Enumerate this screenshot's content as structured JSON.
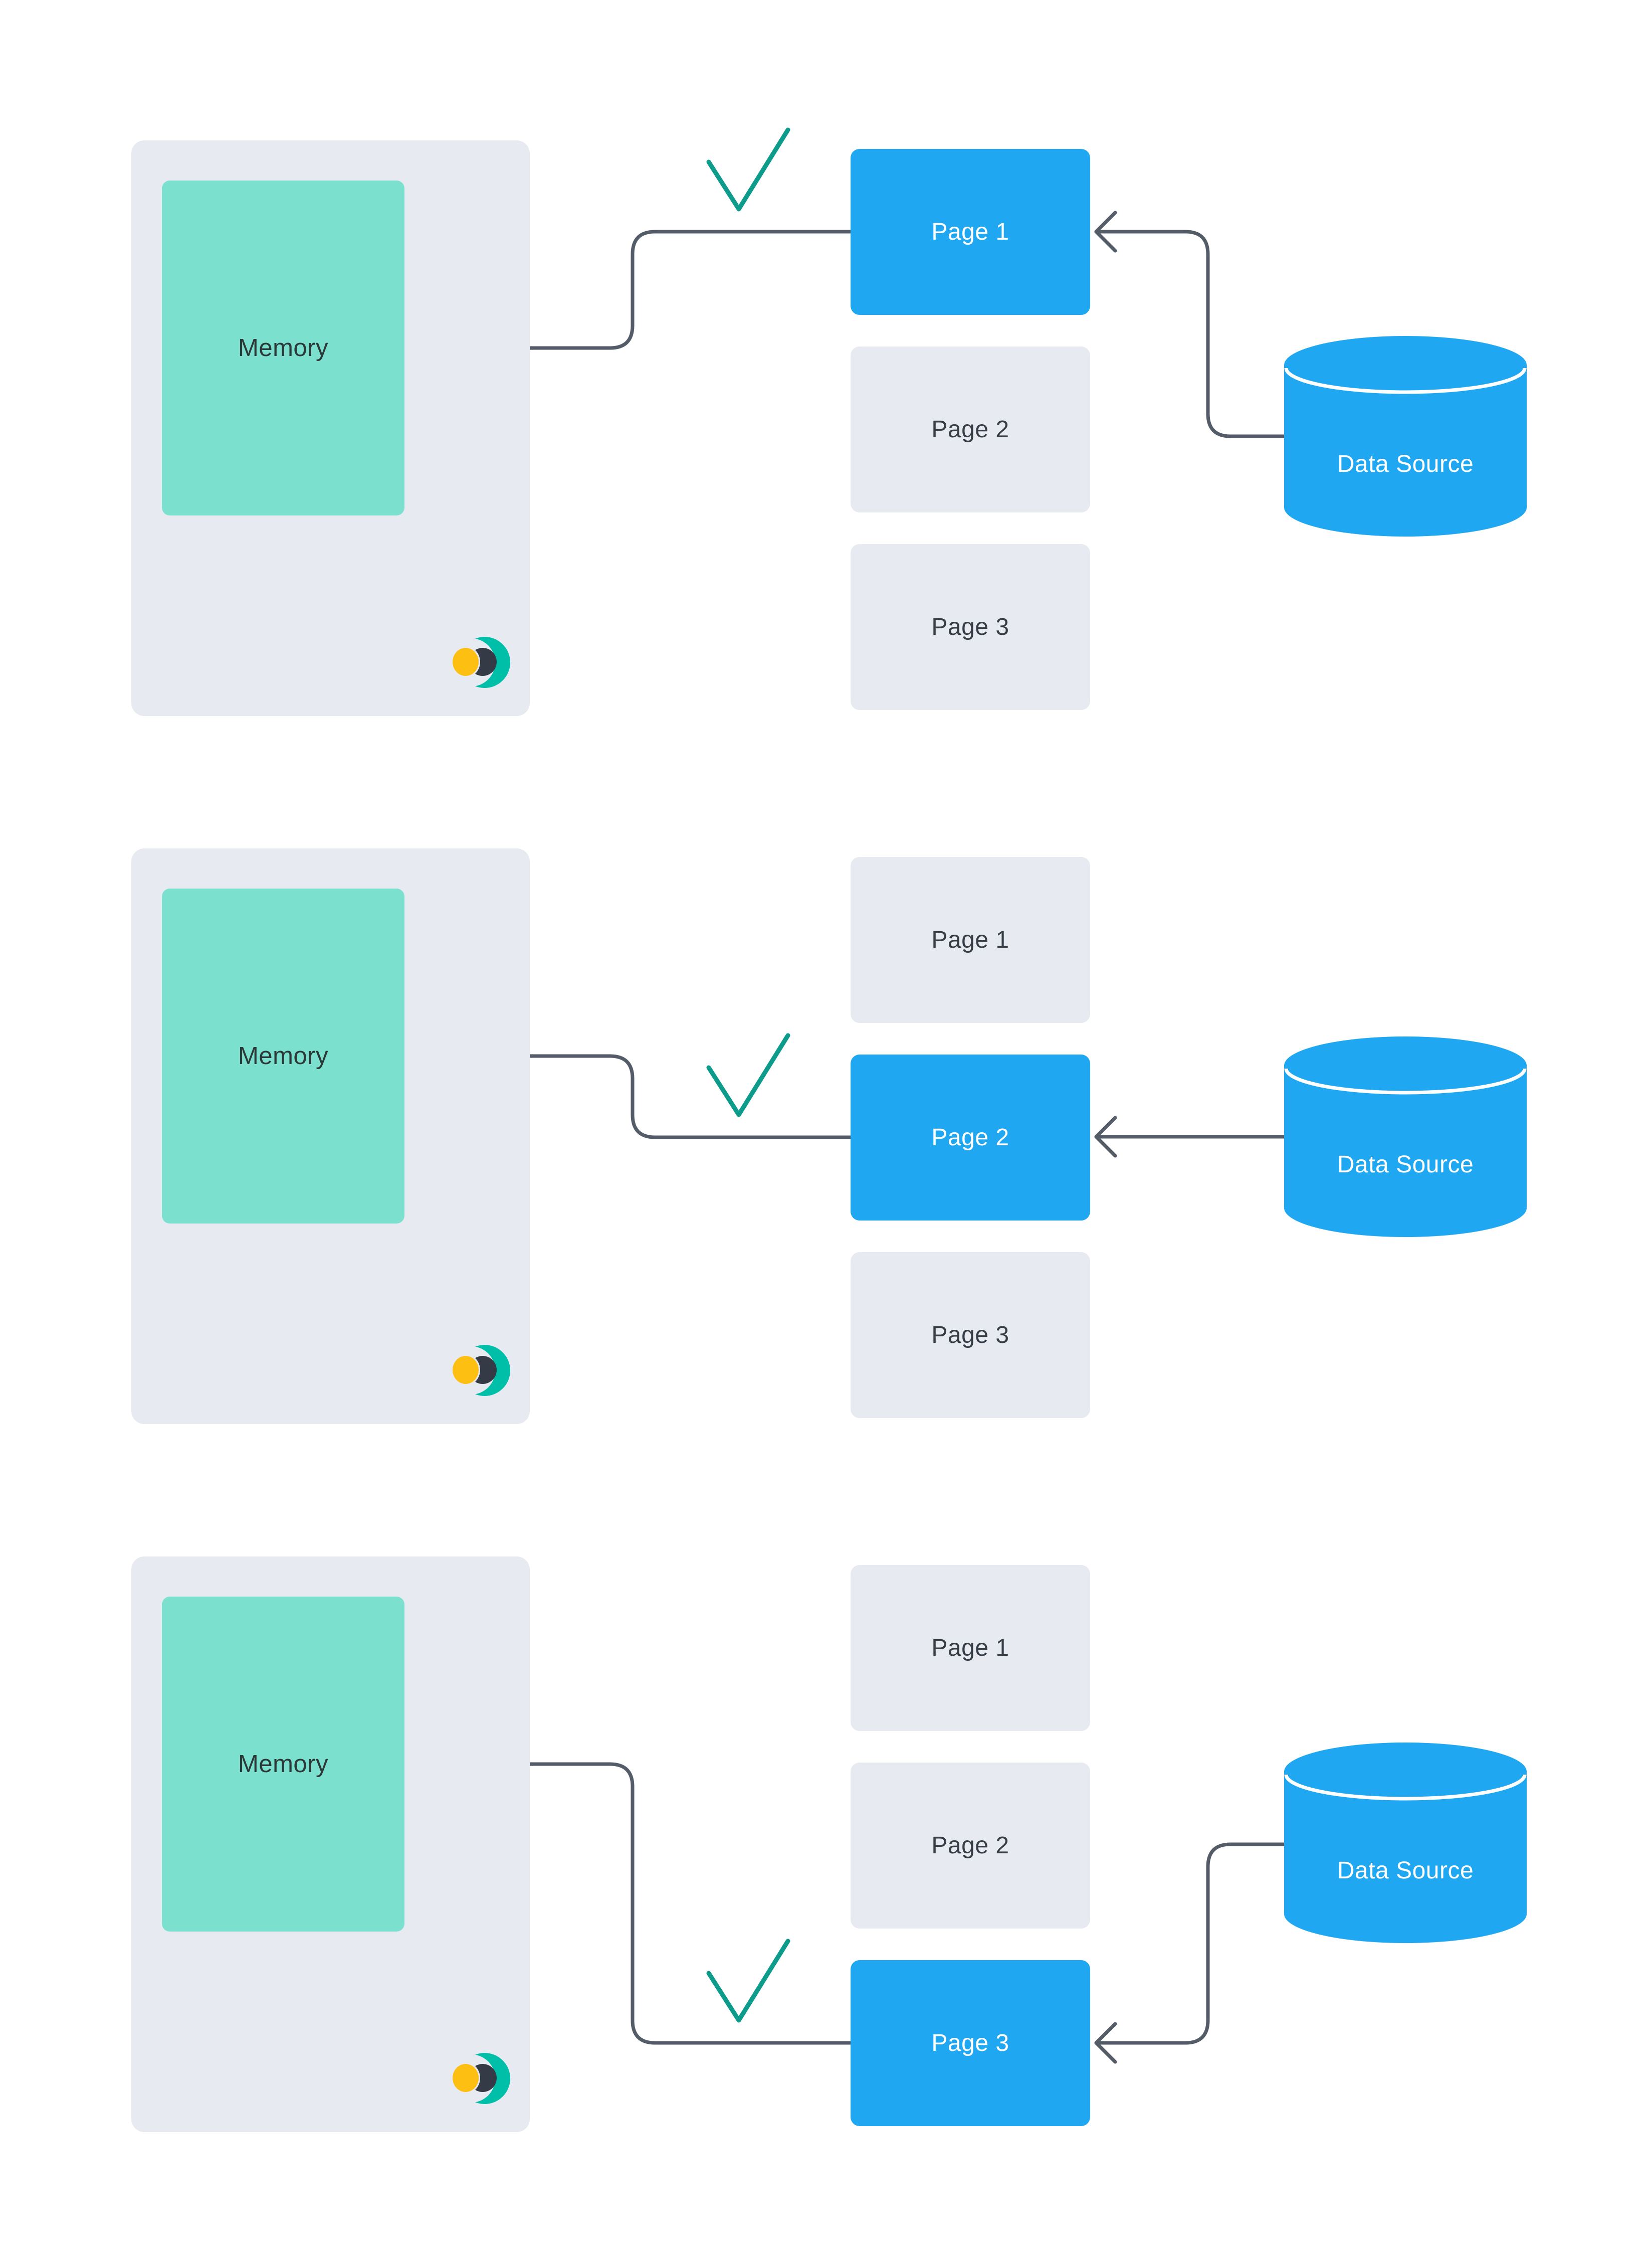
{
  "colors": {
    "accent_blue": "#1FA8F1",
    "memory_teal": "#7CE0CE",
    "panel_gray": "#E7EAF1",
    "arrow_gray": "#545C68",
    "check_teal": "#0D9C8B",
    "logo_teal": "#00BFA8",
    "logo_dark": "#343A46",
    "logo_yellow": "#FCBF12",
    "text_dark": "#363D47"
  },
  "sections": [
    {
      "memory_label": "Memory",
      "pages": [
        "Page 1",
        "Page 2",
        "Page 3"
      ],
      "active_page": "Page 1",
      "datasource_label": "Data Source"
    },
    {
      "memory_label": "Memory",
      "pages": [
        "Page 1",
        "Page 2",
        "Page 3"
      ],
      "active_page": "Page 2",
      "datasource_label": "Data Source"
    },
    {
      "memory_label": "Memory",
      "pages": [
        "Page 1",
        "Page 2",
        "Page 3"
      ],
      "active_page": "Page 3",
      "datasource_label": "Data Source"
    }
  ]
}
